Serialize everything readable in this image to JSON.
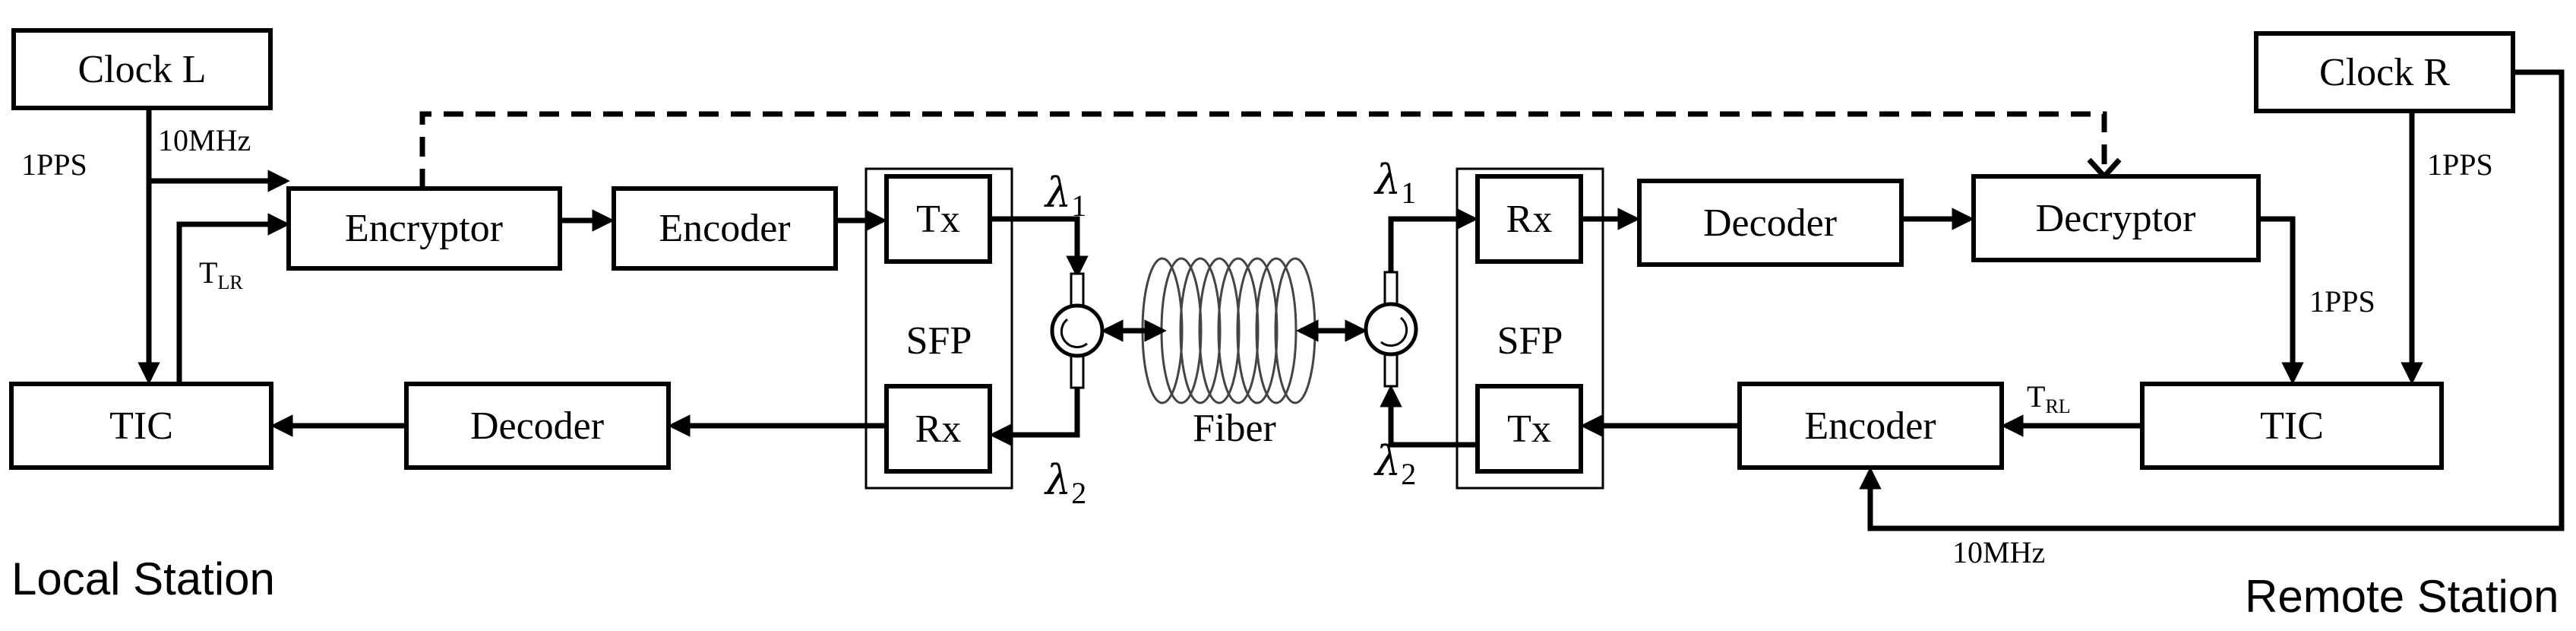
{
  "local": {
    "clock": "Clock L",
    "encryptor": "Encryptor",
    "encoder": "Encoder",
    "tx": "Tx",
    "rx": "Rx",
    "sfp": "SFP",
    "tic": "TIC",
    "decoder": "Decoder",
    "pps": "1PPS",
    "freq": "10MHz",
    "t_main": "T",
    "t_sub": "LR",
    "station": "Local Station"
  },
  "remote": {
    "clock": "Clock R",
    "decryptor": "Decryptor",
    "decoder": "Decoder",
    "rx": "Rx",
    "tx": "Tx",
    "sfp": "SFP",
    "tic": "TIC",
    "encoder": "Encoder",
    "pps": "1PPS",
    "pps2": "1PPS",
    "freq": "10MHz",
    "t_main": "T",
    "t_sub": "RL",
    "station": "Remote Station"
  },
  "link": {
    "lambda": "λ",
    "lambda1_sub": "1",
    "lambda2_sub": "2",
    "fiber": "Fiber"
  }
}
